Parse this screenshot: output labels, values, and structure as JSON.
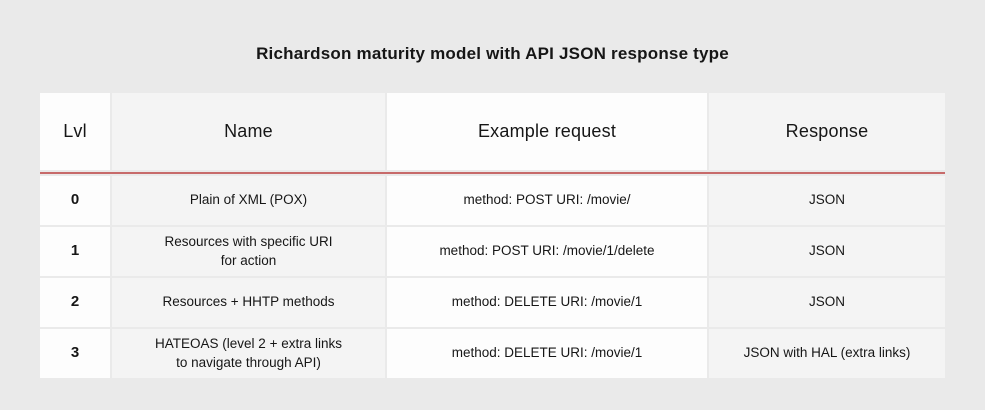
{
  "title": "Richardson maturity model with API JSON response type",
  "colors": {
    "accent_line": "#c76a6a",
    "cell_white": "#fdfdfd",
    "cell_gray": "#f4f4f4",
    "page_background": "#eaeaea",
    "text": "#161616"
  },
  "table": {
    "headers": {
      "lvl": "Lvl",
      "name": "Name",
      "request": "Example request",
      "response": "Response"
    },
    "rows": [
      {
        "lvl": "0",
        "name": "Plain of XML (POX)",
        "request": "method: POST URI: /movie/",
        "response": "JSON"
      },
      {
        "lvl": "1",
        "name": "Resources with specific URI\nfor action",
        "request": "method: POST URI: /movie/1/delete",
        "response": "JSON"
      },
      {
        "lvl": "2",
        "name": "Resources + HHTP methods",
        "request": "method: DELETE URI: /movie/1",
        "response": "JSON"
      },
      {
        "lvl": "3",
        "name": "HATEOAS (level 2 + extra links\nto navigate through API)",
        "request": "method: DELETE URI: /movie/1",
        "response": "JSON with HAL (extra links)"
      }
    ]
  },
  "chart_data": {
    "type": "table",
    "title": "Richardson maturity model with API JSON response type",
    "columns": [
      "Lvl",
      "Name",
      "Example request",
      "Response"
    ],
    "rows": [
      [
        "0",
        "Plain of XML (POX)",
        "method: POST URI: /movie/",
        "JSON"
      ],
      [
        "1",
        "Resources with specific URI for action",
        "method: POST URI: /movie/1/delete",
        "JSON"
      ],
      [
        "2",
        "Resources + HHTP methods",
        "method: DELETE URI: /movie/1",
        "JSON"
      ],
      [
        "3",
        "HATEOAS (level 2 + extra links to navigate through API)",
        "method: DELETE URI: /movie/1",
        "JSON with HAL (extra links)"
      ]
    ]
  }
}
